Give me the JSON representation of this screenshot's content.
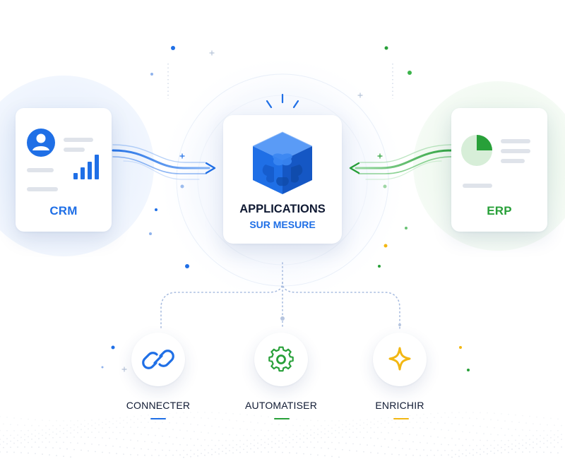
{
  "nodes": {
    "crm": {
      "label": "CRM",
      "color": "#1f6fe6"
    },
    "erp": {
      "label": "ERP",
      "color": "#28a039"
    },
    "app": {
      "title": "APPLICATIONS",
      "subtitle": "SUR MESURE",
      "color": "#1f6fe6"
    }
  },
  "features": [
    {
      "label": "CONNECTER",
      "icon": "link-icon",
      "color": "#1f6fe6"
    },
    {
      "label": "AUTOMATISER",
      "icon": "gear-icon",
      "color": "#28a039"
    },
    {
      "label": "ENRICHIR",
      "icon": "sparkle-icon",
      "color": "#f2b713"
    }
  ],
  "connections": [
    {
      "from": "crm",
      "to": "app",
      "color": "#1f6fe6"
    },
    {
      "from": "erp",
      "to": "app",
      "color": "#28a039"
    },
    {
      "from": "app",
      "to": "connecter",
      "style": "dotted"
    },
    {
      "from": "app",
      "to": "automatiser",
      "style": "dotted"
    },
    {
      "from": "app",
      "to": "enrichir",
      "style": "dotted"
    }
  ]
}
